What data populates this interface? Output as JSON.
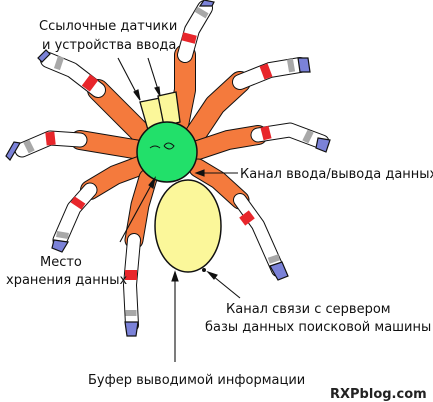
{
  "labels": {
    "sensors": [
      "Ссылочные датчики",
      "и устройства ввода"
    ],
    "io_channel": "Канал ввода/вывода данных",
    "storage": [
      "Место",
      "хранения данных"
    ],
    "server_channel": [
      "Канал связи с сервером",
      "базы данных поисковой машины"
    ],
    "output_buffer": "Буфер выводимой информации"
  },
  "watermark": "RXPblog.com",
  "colors": {
    "leg_base": "#f47a3d",
    "leg_segment": "#ffffff",
    "leg_band": "#e8262b",
    "leg_gray": "#a8a8a8",
    "leg_tip": "#7b82d8",
    "head": "#22e06a",
    "abdomen": "#fbf79a",
    "fangs": "#fbf79a",
    "outline": "#111111"
  }
}
